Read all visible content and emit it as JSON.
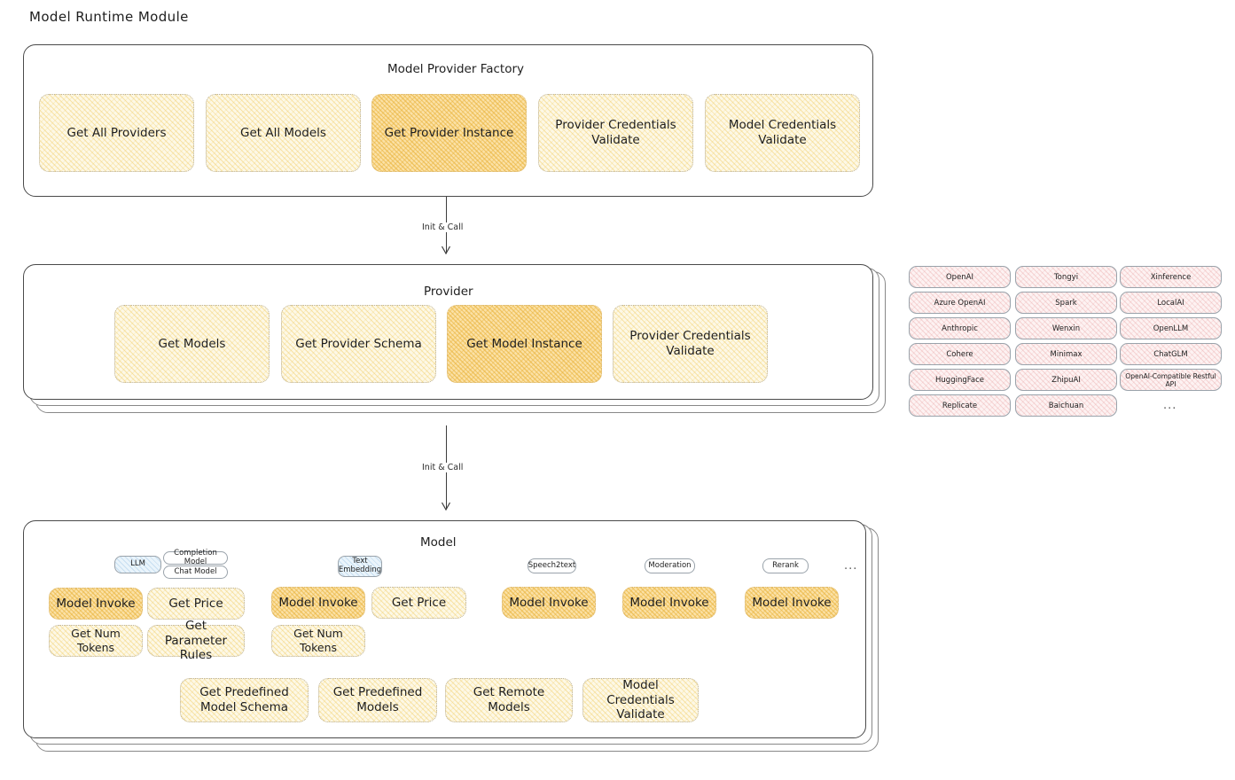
{
  "page": {
    "title": "Model Runtime Module"
  },
  "factory": {
    "title": "Model Provider Factory",
    "nodes": [
      {
        "label": "Get All Providers",
        "highlight": false
      },
      {
        "label": "Get All Models",
        "highlight": false
      },
      {
        "label": "Get Provider Instance",
        "highlight": true
      },
      {
        "label": "Provider Credentials Validate",
        "highlight": false
      },
      {
        "label": "Model Credentials Validate",
        "highlight": false
      }
    ]
  },
  "arrows": [
    {
      "label": "Init & Call"
    },
    {
      "label": "Init & Call"
    }
  ],
  "provider": {
    "title": "Provider",
    "nodes": [
      {
        "label": "Get Models",
        "highlight": false
      },
      {
        "label": "Get Provider Schema",
        "highlight": false
      },
      {
        "label": "Get Model Instance",
        "highlight": true
      },
      {
        "label": "Provider Credentials Validate",
        "highlight": false
      }
    ]
  },
  "provider_list": {
    "columns": [
      [
        "OpenAI",
        "Azure OpenAI",
        "Anthropic",
        "Cohere",
        "HuggingFace",
        "Replicate"
      ],
      [
        "Tongyi",
        "Spark",
        "Wenxin",
        "Minimax",
        "ZhipuAI",
        "Baichuan"
      ],
      [
        "Xinference",
        "LocalAI",
        "OpenLLM",
        "ChatGLM",
        "OpenAI-Compatible Restful API"
      ]
    ],
    "more": "..."
  },
  "model": {
    "title": "Model",
    "types": [
      {
        "badge": "LLM",
        "sub_badges": [
          "Completion Model",
          "Chat Model"
        ],
        "methods": [
          {
            "label": "Model Invoke",
            "highlight": true
          },
          {
            "label": "Get Price",
            "highlight": false
          },
          {
            "label": "Get Num Tokens",
            "highlight": false
          },
          {
            "label": "Get Parameter Rules",
            "highlight": false
          }
        ]
      },
      {
        "badge": "Text Embedding",
        "sub_badges": [],
        "methods": [
          {
            "label": "Model Invoke",
            "highlight": true
          },
          {
            "label": "Get Price",
            "highlight": false
          },
          {
            "label": "Get Num Tokens",
            "highlight": false
          }
        ]
      },
      {
        "badge": "Speech2text",
        "sub_badges": [],
        "methods": [
          {
            "label": "Model Invoke",
            "highlight": true
          }
        ]
      },
      {
        "badge": "Moderation",
        "sub_badges": [],
        "methods": [
          {
            "label": "Model Invoke",
            "highlight": true
          }
        ]
      },
      {
        "badge": "Rerank",
        "sub_badges": [],
        "methods": [
          {
            "label": "Model Invoke",
            "highlight": true
          }
        ]
      }
    ],
    "more": "...",
    "common_methods": [
      "Get Predefined Model Schema",
      "Get Predefined Models",
      "Get Remote Models",
      "Model Credentials Validate"
    ]
  },
  "colors": {
    "highlight_fill": "#fbe1a6",
    "light_fill": "#fdf8e6",
    "provider_fill": "#fdf2f2",
    "badge_fill": "#eaf4fb",
    "stroke": "#4a4a4a",
    "text": "#1e1e1e"
  }
}
